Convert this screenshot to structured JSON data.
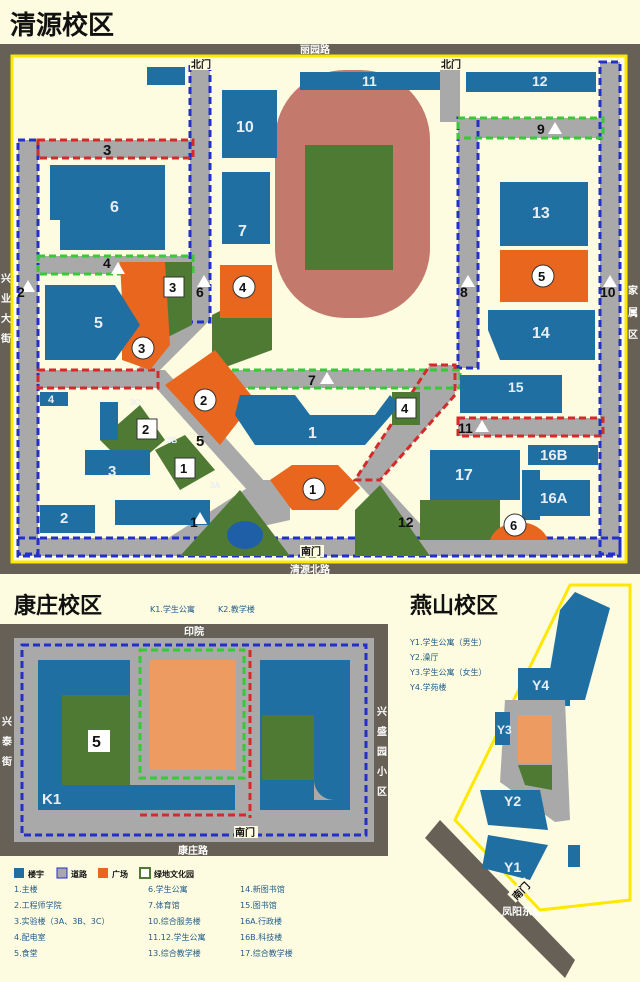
{
  "colors": {
    "building": "#1f6fa3",
    "road": "#a9a9a9",
    "plaza": "#e8661e",
    "green": "#4f7a34",
    "perimeter": "#666056",
    "border": "#ffe800",
    "background": "#fdfbe0"
  },
  "qingyuan": {
    "title": "清源校区",
    "roads": {
      "top": "丽园路",
      "bottom": "清源北路",
      "left": "兴业大街",
      "right": "家属区"
    },
    "gates": {
      "north_left": "北门",
      "north_right": "北门",
      "south": "南门"
    },
    "buildings": [
      "1",
      "2",
      "3",
      "3",
      "4",
      "5",
      "6",
      "7",
      "10",
      "11",
      "12",
      "13",
      "14",
      "15",
      "16A",
      "16B",
      "17"
    ],
    "small_labels": [
      "3C",
      "3B",
      "3A"
    ],
    "plazas": [
      "1",
      "2",
      "3",
      "4",
      "5",
      "6"
    ],
    "gardens": [
      "1",
      "2",
      "3",
      "4"
    ],
    "road_numbers": [
      "1",
      "2",
      "3",
      "4",
      "5",
      "6",
      "7",
      "8",
      "9",
      "10",
      "11",
      "12"
    ]
  },
  "kangzhuang": {
    "title": "康庄校区",
    "legend": [
      "K1.学生公寓",
      "K2.教学楼"
    ],
    "roads": {
      "top": "印院",
      "bottom": "康庄路",
      "left": "兴泰街",
      "right": "兴盛园小区"
    },
    "gate": "南门",
    "labels": {
      "garden": "5",
      "building": "K1"
    }
  },
  "yanshan": {
    "title": "燕山校区",
    "legend": [
      "Y1.学生公寓（男生）",
      "Y2.澡厅",
      "Y3.学生公寓（女生）",
      "Y4.学苑楼"
    ],
    "labels": [
      "Y1",
      "Y2",
      "Y3",
      "Y4"
    ],
    "road": "凤阳东路",
    "gate": "南门"
  },
  "legend": {
    "categories": [
      {
        "key": "building",
        "label": "楼宇"
      },
      {
        "key": "road",
        "label": "道路"
      },
      {
        "key": "plaza",
        "label": "广场"
      },
      {
        "key": "garden",
        "label": "绿地文化园"
      }
    ],
    "items_col1": [
      "1.主楼",
      "2.工程师学院",
      "3.实验楼（3A、3B、3C）",
      "4.配电室",
      "5.食堂"
    ],
    "items_col2": [
      "6.学生公寓",
      "7.体育馆",
      "10.综合服务楼",
      "11.12.学生公寓",
      "13.综合教学楼"
    ],
    "items_col3": [
      "14.新图书馆",
      "15.图书馆",
      "16A.行政楼",
      "16B.科技楼",
      "17.综合教学楼"
    ]
  }
}
